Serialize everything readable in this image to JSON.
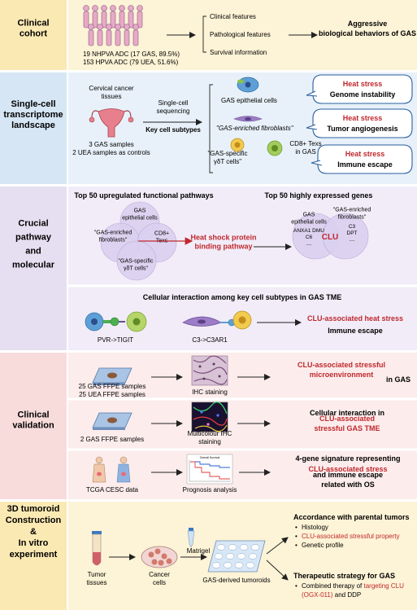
{
  "colors": {
    "clinical_cohort": "#fbe9b3",
    "single_cell": "#d6e6f4",
    "crucial": "#e6dff1",
    "validation": "#f8dcdc",
    "tumoroid": "#fbe9b3",
    "accent_red": "#c0282d",
    "venn_purple": "#d9cfee"
  },
  "sections": {
    "clinical_cohort": {
      "label": "Clinical\ncohort"
    },
    "single_cell": {
      "label": "Single-cell\ntranscriptome\nlandscape"
    },
    "crucial": {
      "label": "Crucial\npathway\nand\nmolecular"
    },
    "validation": {
      "label": "Clinical\nvalidation"
    },
    "tumoroid": {
      "label": "3D tumoroid\nConstruction\n&\nIn vitro\nexperiment"
    }
  },
  "cohort": {
    "line1": "19 NHPVA ADC (17 GAS, 89.5%)",
    "line2": "153 HPVA ADC (79 UEA, 51.6%)",
    "features": [
      "Clinical features",
      "Pathological features",
      "Survival information"
    ],
    "result": "Aggressive\nbiological behaviors of GAS"
  },
  "single_cell": {
    "tissue_label": "Cervical cancer\ntissues",
    "samples": "3 GAS samples\n2 UEA samples as controls",
    "method": "Single-cell\nsequencing",
    "subtypes_label": "Key cell subtypes",
    "gas_epithelial": "GAS epithelial cells",
    "gas_fibro": "\"GAS-enriched fibroblasts\"",
    "gas_gd": "\"GAS-specific\nγδT cells\"",
    "cd8": "CD8+ Texs\nin GAS",
    "callouts": [
      {
        "title": "Heat stress",
        "sub": "Genome instability"
      },
      {
        "title": "Heat stress",
        "sub": "Tumor angiogenesis"
      },
      {
        "title": "Heat stress",
        "sub": "Immune escape"
      }
    ]
  },
  "crucial": {
    "top50_pathways": "Top 50 upregulated  functional pathways",
    "top50_genes": "Top 50 highly expressed genes",
    "venn_gas_epi": "GAS\nepithelial cells",
    "venn_fibro": "\"GAS-enriched\nfibroblasts\"",
    "venn_cd8": "CD8+\nTexs",
    "venn_gd": "\"GAS-specific\nγδT cells\"",
    "pathway": "Heat shock protein\nbinding pathway",
    "genes_left_title": "GAS\nepithelial cells",
    "genes_left_list": "ANXA1 DMU\nC6\n....",
    "genes_center": "CLU",
    "genes_right_title": "\"GAS-enriched\nfibroblasts\"",
    "genes_right_list": "C3\nDPT\n....",
    "interaction_title": "Cellular interaction among key cell subtypes in GAS TME",
    "pair1": "PVR->TIGIT",
    "pair2": "C3->C3AR1",
    "result_red": "CLU-associated heat stress",
    "result_black": "Immune escape"
  },
  "validation": {
    "samples1": "25 GAS FFPE samples\n25 UEA FFPE samples",
    "method1": "IHC staining",
    "result1_red": "CLU-associated stressful\nmicroenvironment",
    "result1_black": " in GAS",
    "samples2": "2 GAS FFPE samples",
    "method2": "Multicolour IHC\nstaining",
    "result2_black": "Cellular interaction in",
    "result2_red": "CLU-associated\nstressful GAS TME",
    "samples3": "TCGA CESC data",
    "method3": "Prognosis analysis",
    "result3_a": "4-gene signature representing",
    "result3_red": "CLU-associated stress",
    "result3_b": "and immune escape\nrelated with OS",
    "km_title": "Overall Survival"
  },
  "tumoroid": {
    "tissue": "Tumor\ntissues",
    "cells": "Cancer\ncells",
    "matrigel": "Matrigel",
    "organoids": "GAS-derived tumoroids",
    "accord_title": "Accordance with parental tumors",
    "accord_items": [
      "Histology",
      "CLU-associated stressful property",
      "Genetic profile"
    ],
    "strategy_title": "Therapeutic strategy for GAS",
    "strategy_a": "Combined therapy of ",
    "strategy_red": "targeting CLU",
    "strategy_b": "(OGX-011)",
    "strategy_c": " and DDP"
  }
}
